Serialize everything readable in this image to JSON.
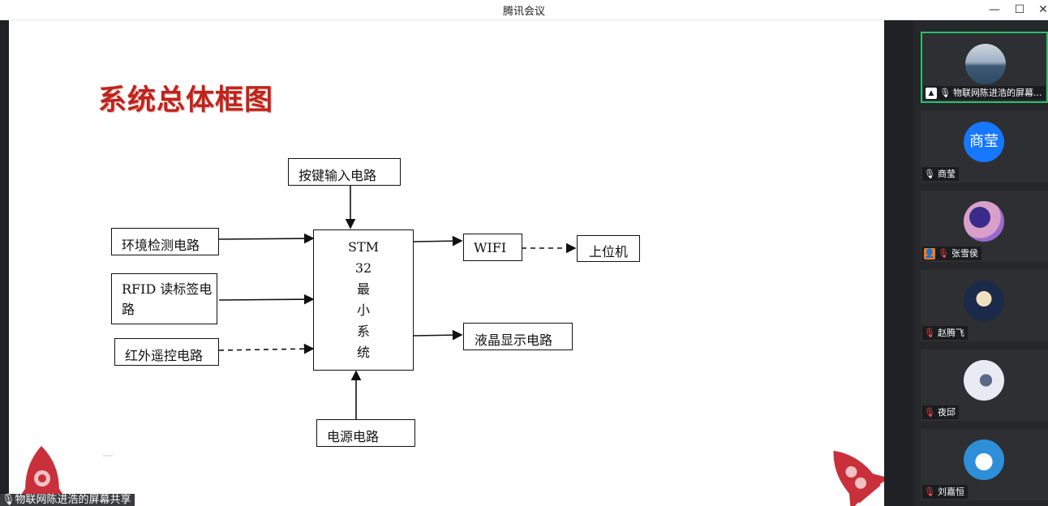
{
  "window": {
    "title": "腾讯会议",
    "minimize": "—",
    "maximize": "☐",
    "close": "✕"
  },
  "slide": {
    "title": "系统总体框图",
    "boxes": {
      "keys": "按键输入电路",
      "env": "环境检测电路",
      "rfid_line1": "RFID 读标签电",
      "rfid_line2": "路",
      "ir": "红外遥控电路",
      "stm": [
        "STM",
        "32",
        "最",
        "小",
        "系",
        "统"
      ],
      "wifi": "WIFI",
      "host": "上位机",
      "lcd": "液晶显示电路",
      "power": "电源电路"
    }
  },
  "share_label": "物联网陈进浩的屏幕共享",
  "participants": [
    {
      "name": "物联网陈进浩的屏幕...",
      "mic": "on",
      "share": true
    },
    {
      "name": "商莹",
      "avatar_text": "商莹",
      "mic": "on"
    },
    {
      "name": "张雪侯",
      "mic": "off",
      "badge": true
    },
    {
      "name": "赵腾飞",
      "mic": "off"
    },
    {
      "name": "夜邱",
      "mic": "off"
    },
    {
      "name": "刘嘉恒",
      "mic": "off"
    }
  ],
  "colors": {
    "accent_green": "#27c26c",
    "title_red": "#c0231e",
    "avatar_blue": "#1677ff"
  }
}
